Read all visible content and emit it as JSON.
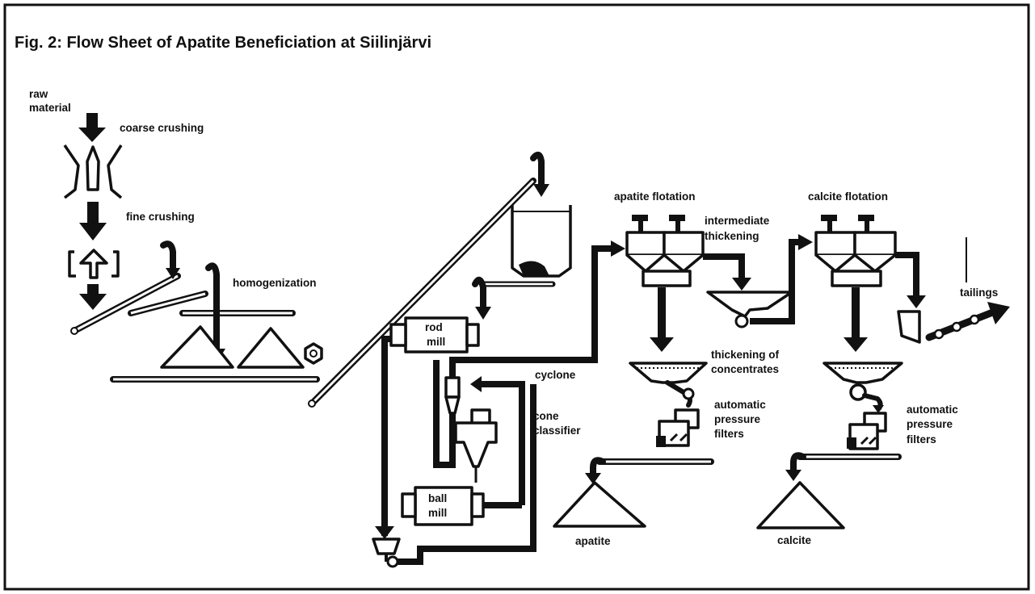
{
  "figure": {
    "title": "Fig. 2: Flow Sheet of Apatite Beneficiation at Siilinjärvi"
  },
  "labels": {
    "raw_material": [
      "raw",
      "material"
    ],
    "coarse_crushing": "coarse crushing",
    "fine_crushing": "fine crushing",
    "homogenization": "homogenization",
    "rod_mill": [
      "rod",
      "mill"
    ],
    "ball_mill": [
      "ball",
      "mill"
    ],
    "cyclone": "cyclone",
    "cone_classifier": [
      "cone",
      "classifier"
    ],
    "apatite_flotation": "apatite flotation",
    "intermediate_thickening": [
      "intermediate",
      "thickening"
    ],
    "calcite_flotation": "calcite flotation",
    "thickening_of_concentrates": [
      "thickening of",
      "concentrates"
    ],
    "auto_filters_1": [
      "automatic",
      "pressure",
      "filters"
    ],
    "auto_filters_2": [
      "automatic",
      "pressure",
      "filters"
    ],
    "tailings": "tailings",
    "apatite": "apatite",
    "calcite": "calcite"
  },
  "colors": {
    "ink": "#111111",
    "paper": "#ffffff"
  }
}
